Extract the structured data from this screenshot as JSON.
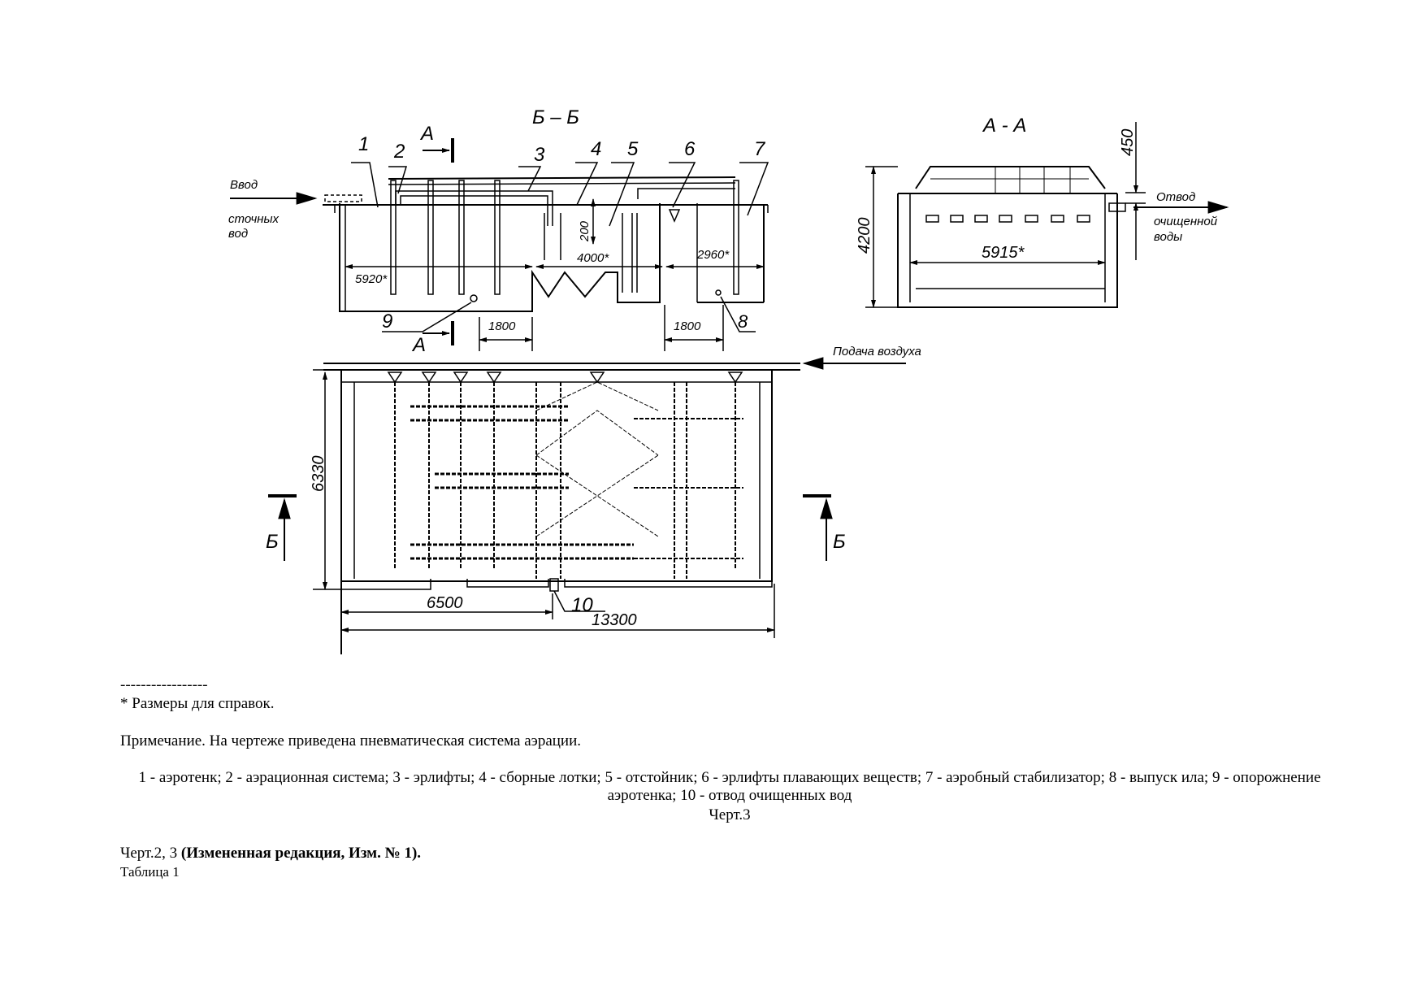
{
  "drawing": {
    "section_bb": "Б – Б",
    "section_aa": "А - А",
    "mark_a": "А",
    "mark_b": "Б",
    "callouts": [
      "1",
      "2",
      "3",
      "4",
      "5",
      "6",
      "7",
      "8",
      "9",
      "10"
    ],
    "inlet_label": [
      "Ввод",
      "сточных",
      "вод"
    ],
    "outlet_label": [
      "Отвод",
      "очищенной",
      "воды"
    ],
    "air_label": "Подача  воздуха",
    "dims": {
      "d5920": "5920*",
      "d200": "200",
      "d4000": "4000*",
      "d2960": "2960*",
      "d1800a": "1800",
      "d1800b": "1800",
      "d450": "450",
      "d4200": "4200",
      "d5915": "5915*",
      "d6330": "6330",
      "d6500": "6500",
      "d13300": "13300"
    }
  },
  "footnote": {
    "rule": "-----------------",
    "ref_note": "* Размеры для справок."
  },
  "note": "Примечание. На чертеже приведена пневматическая система аэрации.",
  "legend": "1 - аэротенк; 2 - аэрационная система; 3 - эрлифты; 4 - сборные лотки; 5 - отстойник; 6 - эрлифты плавающих веществ; 7 - аэробный стабилизатор; 8 - выпуск ила; 9 - опорожнение аэротенка; 10 - отвод очищенных вод",
  "caption": "Черт.3",
  "amend": {
    "prefix": "Черт.2, 3 ",
    "bold": "(Измененная редакция, Изм. № 1)."
  },
  "table_label": "Таблица 1"
}
